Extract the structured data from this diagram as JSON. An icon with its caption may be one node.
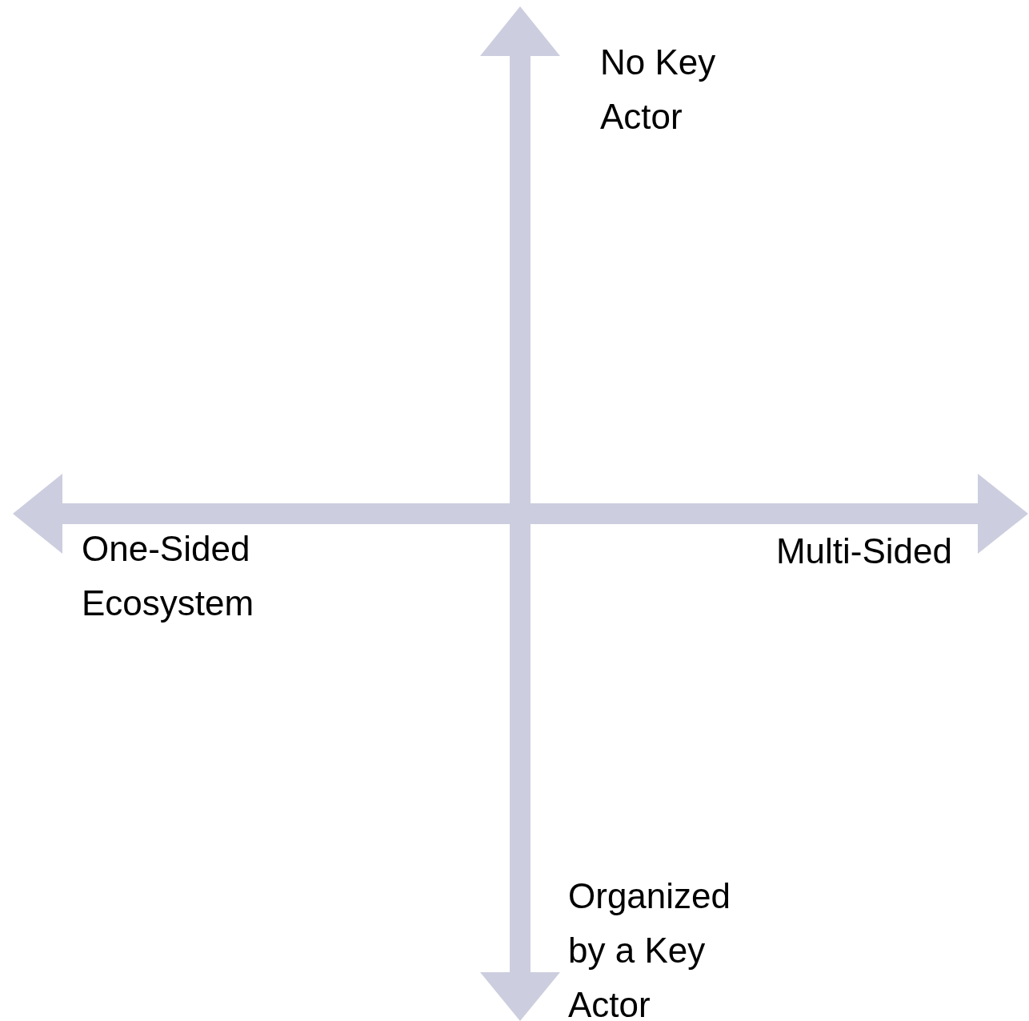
{
  "diagram": {
    "labels": [
      "No Key Actor",
      "One-Sided Ecosystem",
      "Multi-Sided",
      "Organized by a Key Actor"
    ]
  }
}
